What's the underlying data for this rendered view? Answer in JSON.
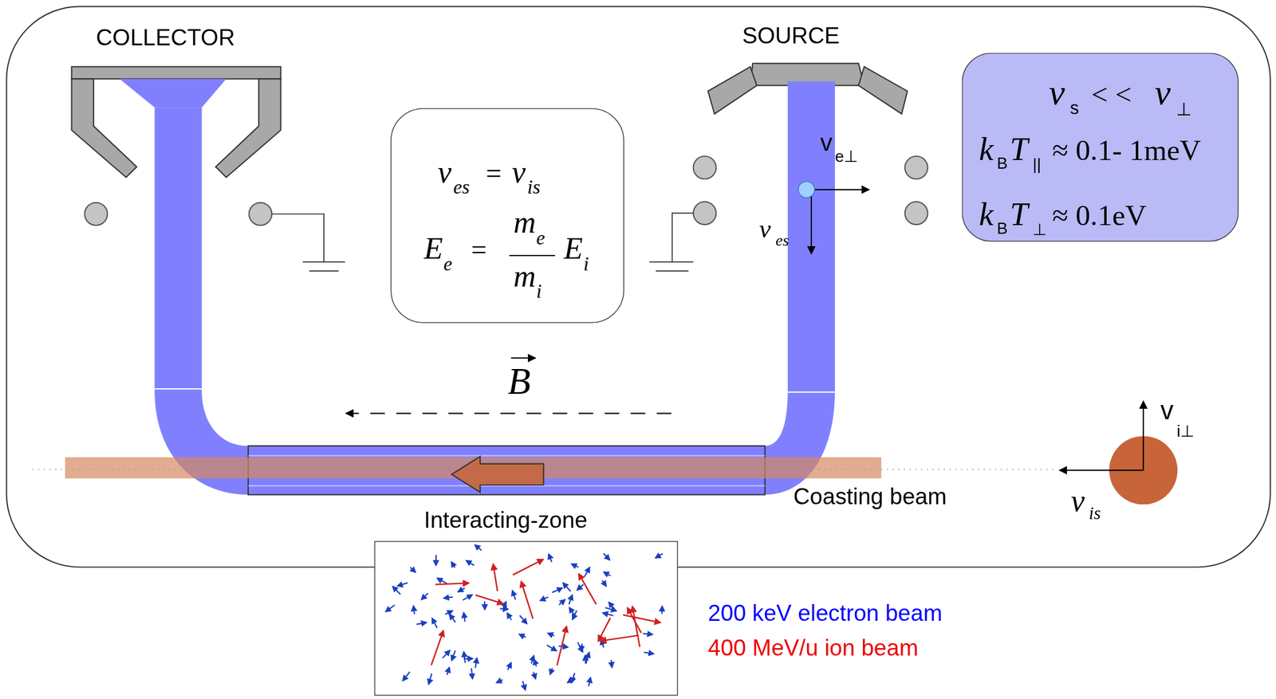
{
  "diagram": {
    "nodes": [
      {
        "text": [
          "v",
          "es",
          "=",
          "v",
          "is",
          "E",
          "e",
          "=",
          "m",
          "e",
          "m",
          "i",
          "E",
          "i"
        ]
      },
      {
        "text": [
          "v",
          "s",
          "<  <",
          "v",
          "⊥",
          "k",
          "B",
          "T",
          "||",
          "≈ 0.1- 1meV",
          "k",
          "B",
          "T",
          "⊥",
          "≈ 0.1eV"
        ]
      },
      {
        "text": [
          "Interacting-zone"
        ]
      }
    ],
    "labels": [
      "COLLECTOR",
      "SOURCE",
      "v",
      "e⊥",
      "v",
      "es",
      "B",
      "Coasting beam",
      "v",
      "i⊥",
      "v",
      "is",
      "200 keV electron beam",
      "400 MeV/u ion beam"
    ]
  }
}
